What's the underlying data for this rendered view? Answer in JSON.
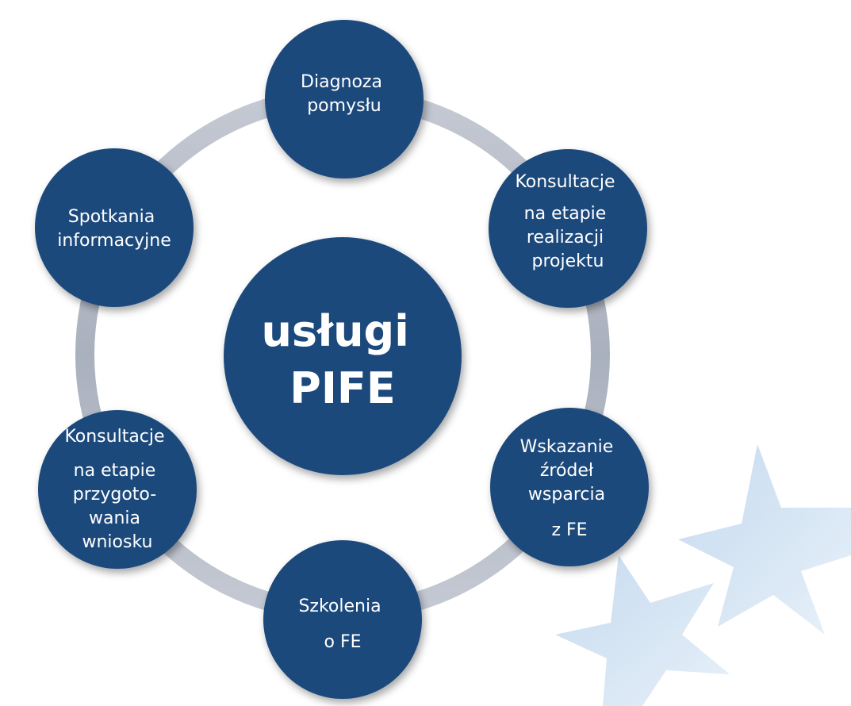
{
  "center": {
    "line1": "usługi",
    "line2": "PIFE"
  },
  "nodes": {
    "diagnoza": [
      "Diagnoza",
      "pomysłu"
    ],
    "konsultacje_realizacji": [
      "Konsultacje",
      "na etapie",
      "realizacji",
      "projektu"
    ],
    "wskazanie": [
      "Wskazanie",
      "źródeł",
      "wsparcia",
      "z FE"
    ],
    "szkolenia": [
      "Szkolenia",
      "o FE"
    ],
    "konsultacje_wniosku": [
      "Konsultacje",
      "na etapie",
      "przygoto-",
      "wania",
      "wniosku"
    ],
    "spotkania": [
      "Spotkania",
      "informacyjne"
    ]
  },
  "colors": {
    "circle": "#1f4a7c",
    "ring": "#b9bfca",
    "text": "#ffffff",
    "star": "#c9ddf0"
  }
}
